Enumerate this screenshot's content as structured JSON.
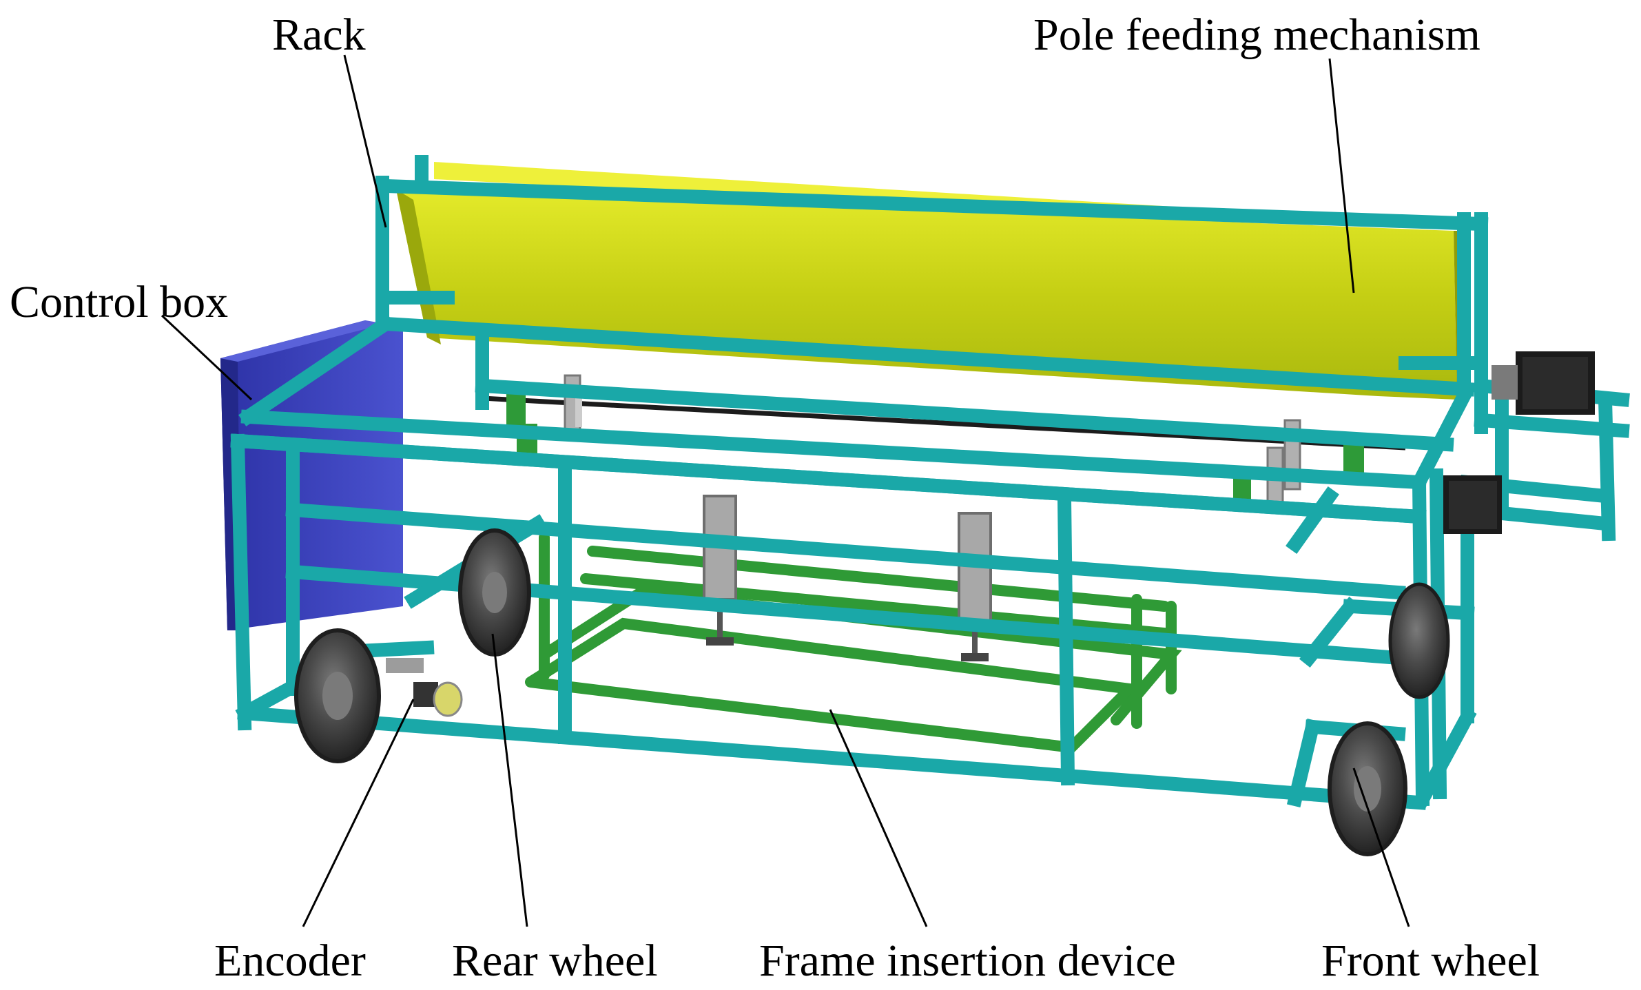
{
  "labels": {
    "rack": "Rack",
    "pole_feeding_mechanism": "Pole feeding mechanism",
    "control_box": "Control box",
    "encoder": "Encoder",
    "rear_wheel": "Rear wheel",
    "frame_insertion_device": "Frame insertion device",
    "front_wheel": "Front wheel"
  },
  "colors": {
    "frame": "#1aa8a8",
    "frame_shadow": "#0f7f80",
    "hopper": "#c7d21a",
    "hopper_light": "#dfe62a",
    "control_box": "#3a43b8",
    "insertion_device": "#2f9a36",
    "motor": "#1b1b1b",
    "tire": "#3b3b3b",
    "cylinder": "#9a9a9a"
  }
}
